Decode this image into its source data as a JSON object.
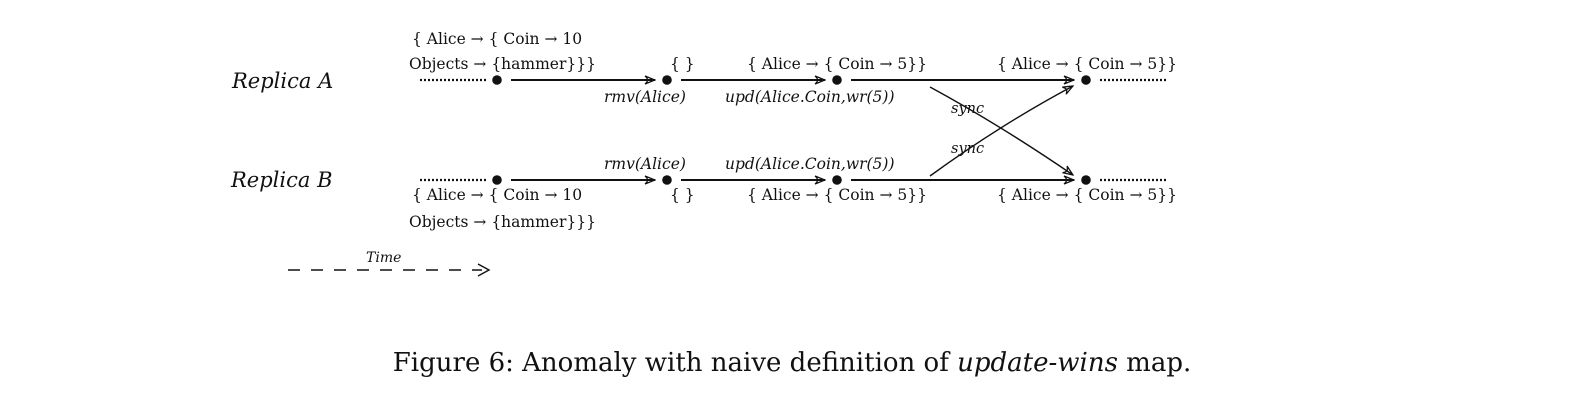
{
  "replicas": {
    "a": "Replica A",
    "b": "Replica B"
  },
  "states": {
    "a_init_line1": "{ Alice → { Coin → 10",
    "a_init_line2": "Objects → {hammer}}}",
    "a_empty": "{ }",
    "a_after_upd": "{ Alice → { Coin → 5}}",
    "a_final": "{ Alice → { Coin → 5}}",
    "b_init_line1": "{ Alice → { Coin → 10",
    "b_init_line2": "Objects → {hammer}}}",
    "b_empty": "{ }",
    "b_after_upd": "{ Alice → { Coin → 5}}",
    "b_final": "{ Alice → { Coin → 5}}"
  },
  "operations": {
    "a_rmv": "rmv(Alice)",
    "a_upd": "upd(Alice.Coin,wr(5))",
    "b_rmv": "rmv(Alice)",
    "b_upd": "upd(Alice.Coin,wr(5))"
  },
  "sync_labels": {
    "a_to_b": "sync",
    "b_to_a": "sync"
  },
  "time_label": "Time",
  "caption": {
    "prefix": "Figure 6: Anomaly with naive definition of ",
    "emphasis": "update-wins",
    "suffix": " map."
  }
}
